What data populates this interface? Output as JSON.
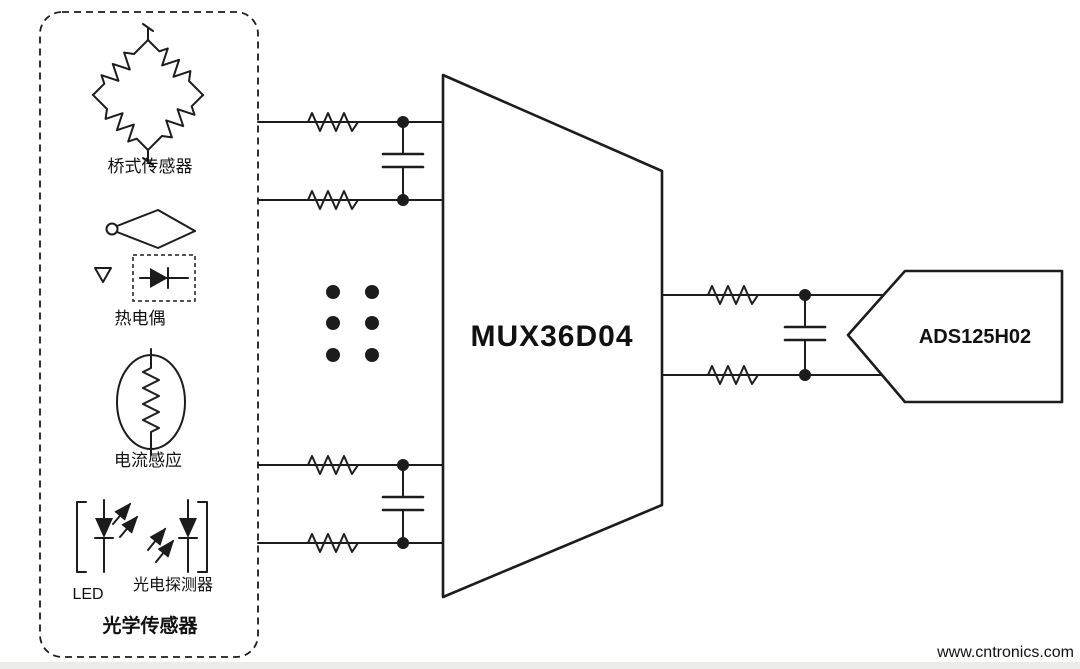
{
  "diagram": {
    "sensors": {
      "bridge_label": "桥式传感器",
      "thermocouple_label": "热电偶",
      "current_sense_label": "电流感应",
      "led_label": "LED",
      "photodetector_label": "光电探测器",
      "group_label": "光学传感器"
    },
    "mux_label": "MUX36D04",
    "adc_label": "ADS125H02",
    "watermark": "www.cntronics.com",
    "colors": {
      "line": "#1c1c1c",
      "watermark": "#a0c868",
      "background": "#ffffff"
    }
  }
}
